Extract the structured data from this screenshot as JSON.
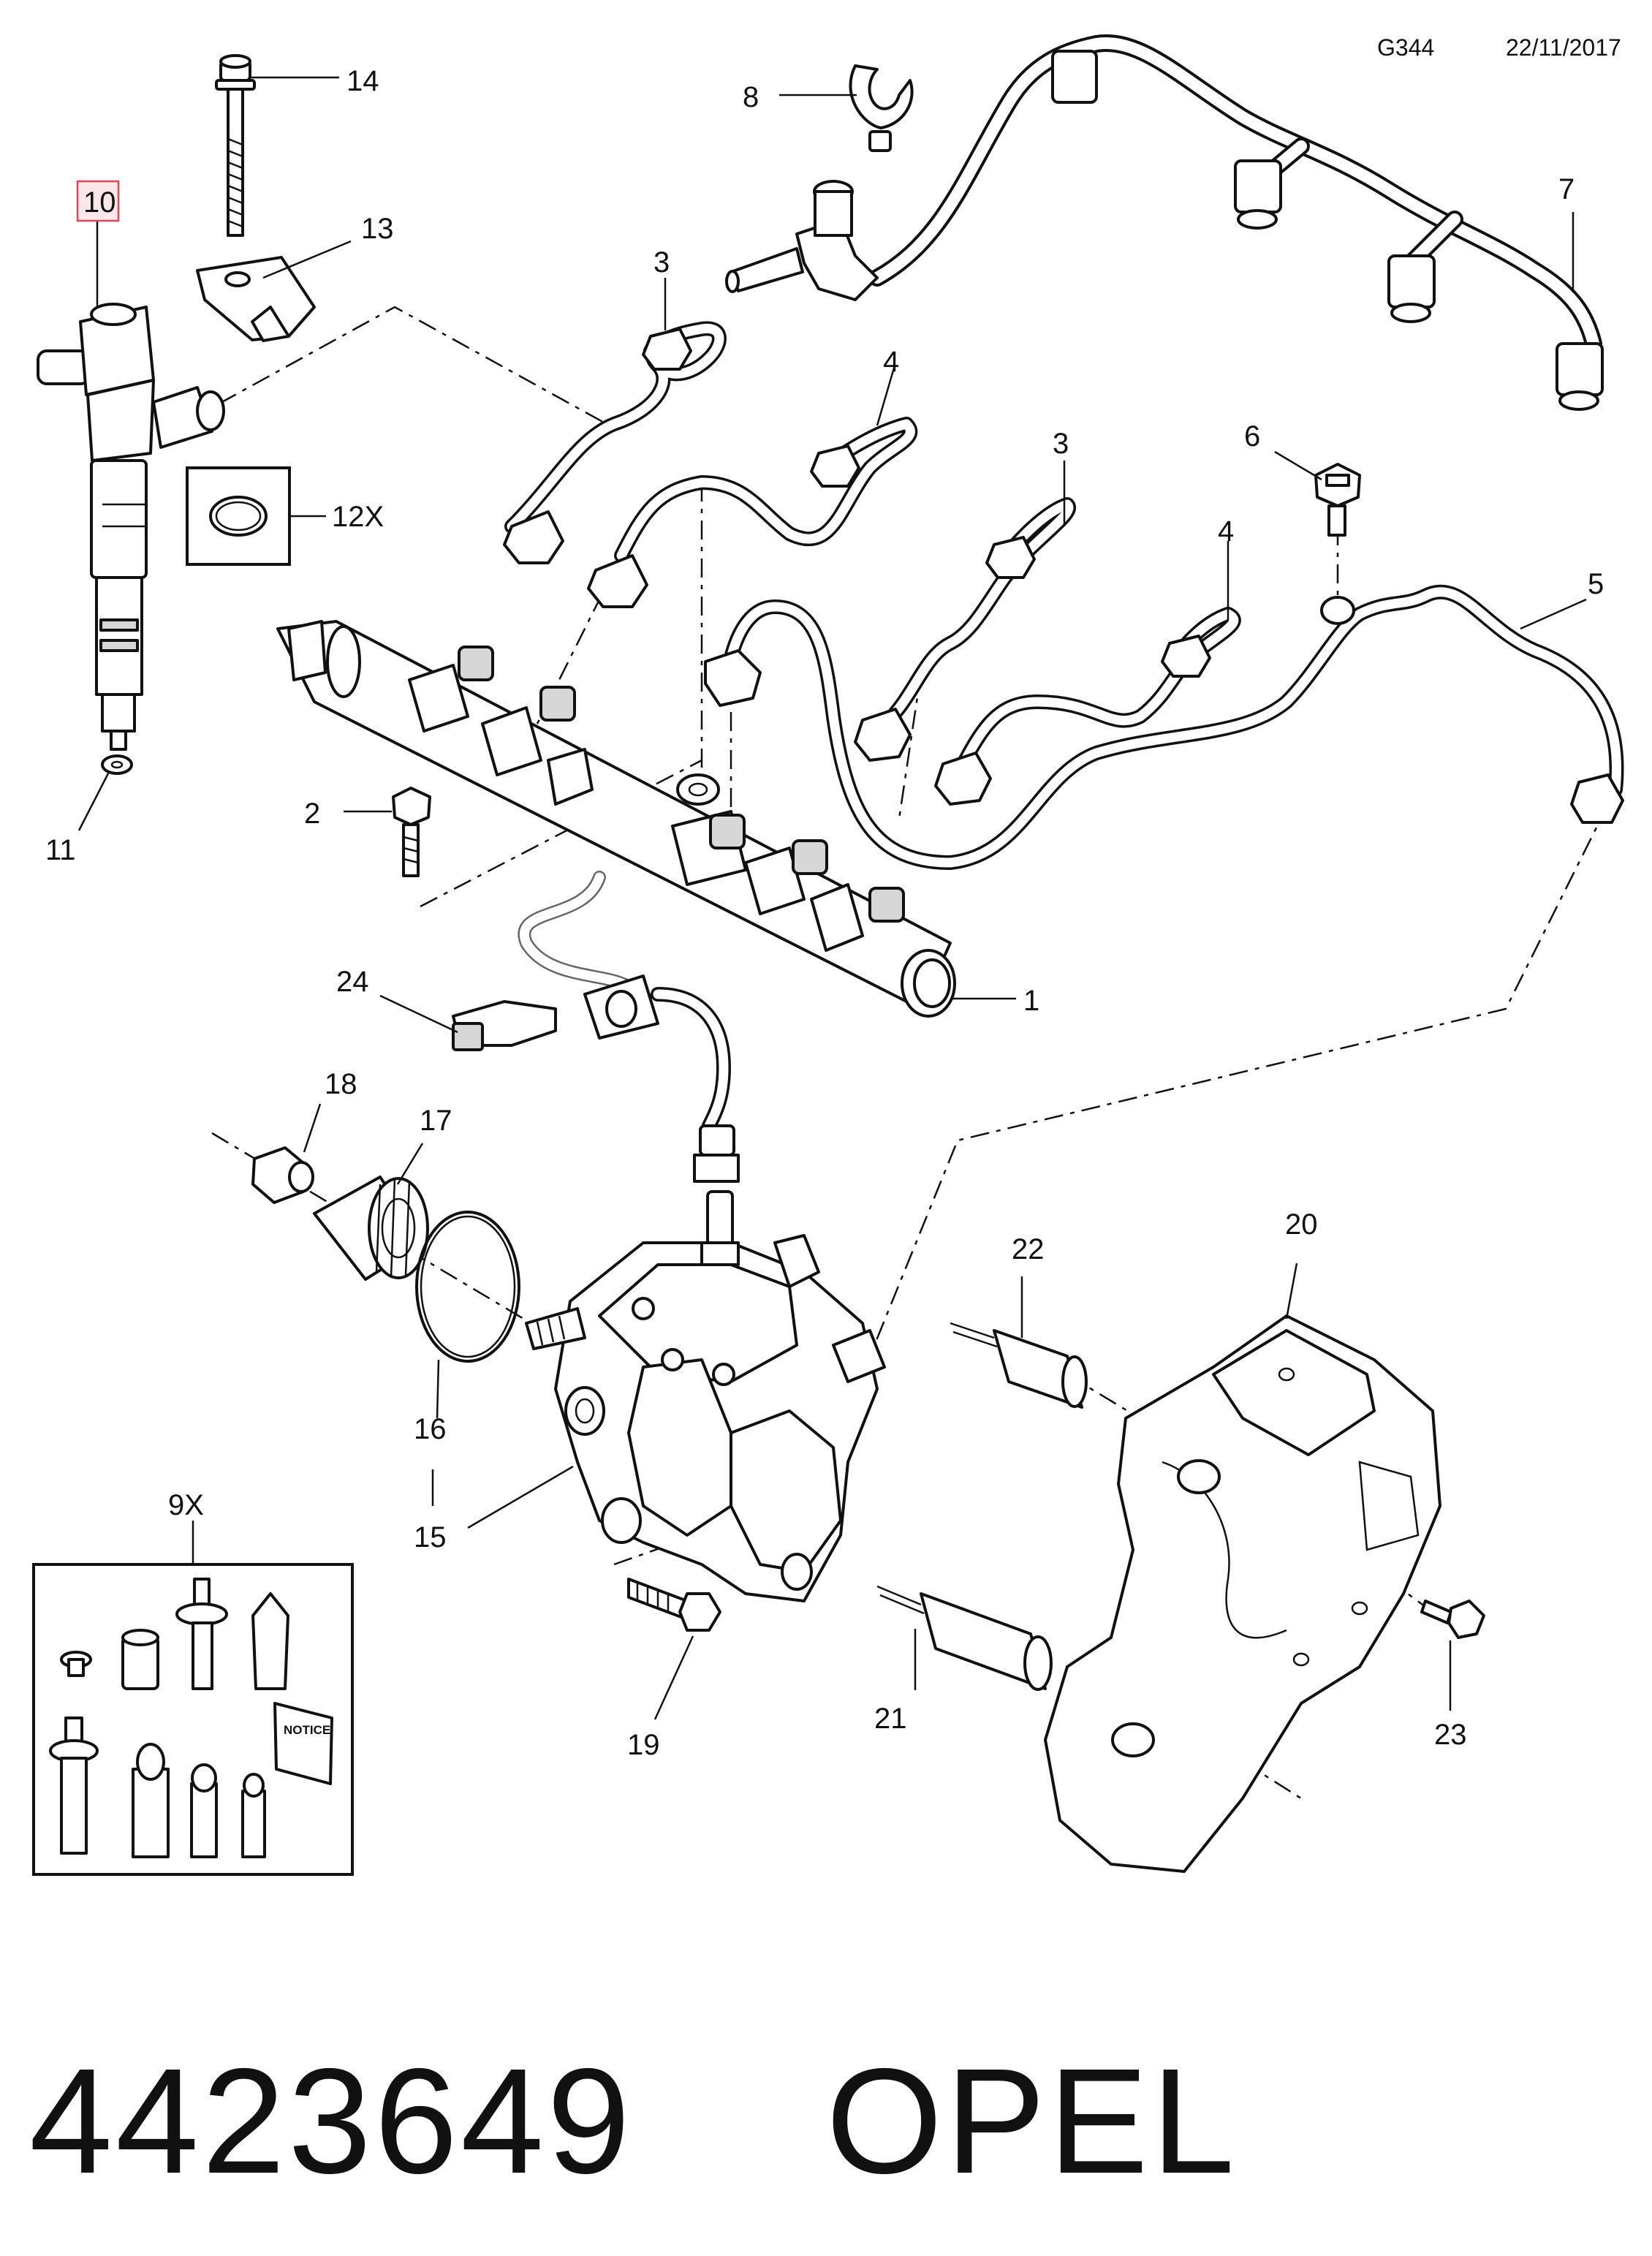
{
  "header": {
    "diagram_code": "G344",
    "date": "22/11/2017"
  },
  "callouts": {
    "c1": "1",
    "c2": "2",
    "c3a": "3",
    "c3b": "3",
    "c4a": "4",
    "c4b": "4",
    "c5": "5",
    "c6": "6",
    "c7": "7",
    "c8": "8",
    "c9": "9X",
    "c10": "10",
    "c11": "11",
    "c12": "12X",
    "c13": "13",
    "c14": "14",
    "c15": "15",
    "c16": "16",
    "c17": "17",
    "c18": "18",
    "c19": "19",
    "c20": "20",
    "c21": "21",
    "c22": "22",
    "c23": "23",
    "c24": "24"
  },
  "highlighted_callout": "10",
  "kit_notice_label": "NOTICE",
  "footer": {
    "part_number": "4423649",
    "brand": "OPEL"
  }
}
